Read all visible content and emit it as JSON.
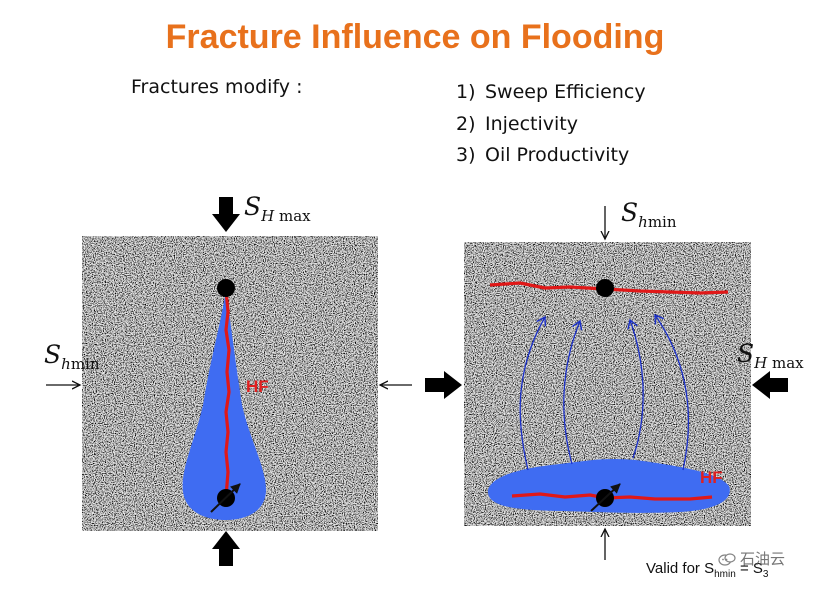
{
  "title": "Fracture Influence on Flooding",
  "intro": "Fractures modify :",
  "effects": [
    {
      "num": "1)",
      "label": "Sweep Efficiency"
    },
    {
      "num": "2)",
      "label": "Injectivity"
    },
    {
      "num": "3)",
      "label": "Oil Productivity"
    }
  ],
  "left_panel": {
    "top_stress": {
      "main": "S",
      "sub": "H",
      "sub2": "max"
    },
    "side_stress": {
      "main": "S",
      "sub": "h",
      "sub2": "min"
    },
    "hf_label": "HF"
  },
  "right_panel": {
    "top_stress": {
      "main": "S",
      "sub": "h",
      "sub2": "min"
    },
    "side_stress": {
      "main": "S",
      "sub": "H",
      "sub2": "max"
    },
    "hf_label": "HF"
  },
  "validity_note": {
    "prefix": "Valid for S",
    "sub1": "hmin",
    "middle": " = S",
    "sub2": "3"
  },
  "watermark": "石油云",
  "colors": {
    "title": "#e8711c",
    "fluid": "#3f6cf2",
    "fracture": "#e01818",
    "flow": "#1a2fc8"
  }
}
